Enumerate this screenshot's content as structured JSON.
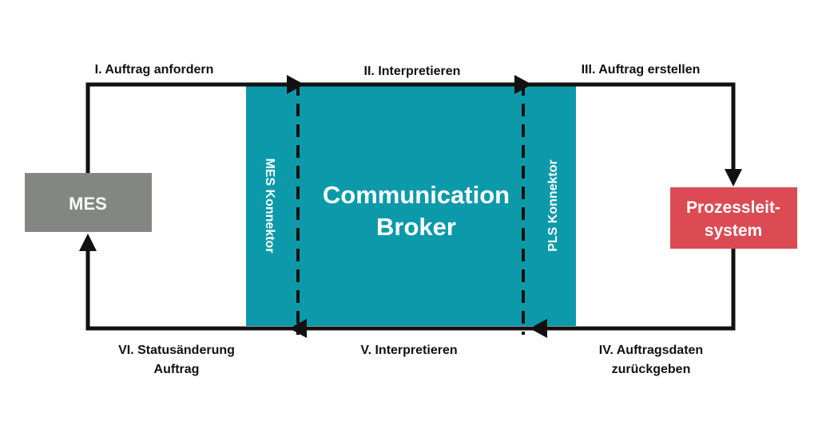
{
  "colors": {
    "broker": "#0c9aaa",
    "mes": "#838683",
    "prozessleitsystem": "#dc4a53",
    "line": "#111111",
    "text_on_node": "#ffffff"
  },
  "nodes": {
    "mes": {
      "label": "MES"
    },
    "broker": {
      "line1": "Communication",
      "line2": "Broker"
    },
    "mes_connector": {
      "label": "MES Konnektor"
    },
    "pls_connector": {
      "label": "PLS Konnektor"
    },
    "prozessleitsystem": {
      "line1": "Prozessleit-",
      "line2": "system"
    }
  },
  "steps": {
    "s1": "I. Auftrag anfordern",
    "s2": "II. Interpretieren",
    "s3": "III. Auftrag erstellen",
    "s4_line1": "IV. Auftragsdaten",
    "s4_line2": "zurückgeben",
    "s5": "V. Interpretieren",
    "s6_line1": "VI. Statusänderung",
    "s6_line2": "Auftrag"
  }
}
